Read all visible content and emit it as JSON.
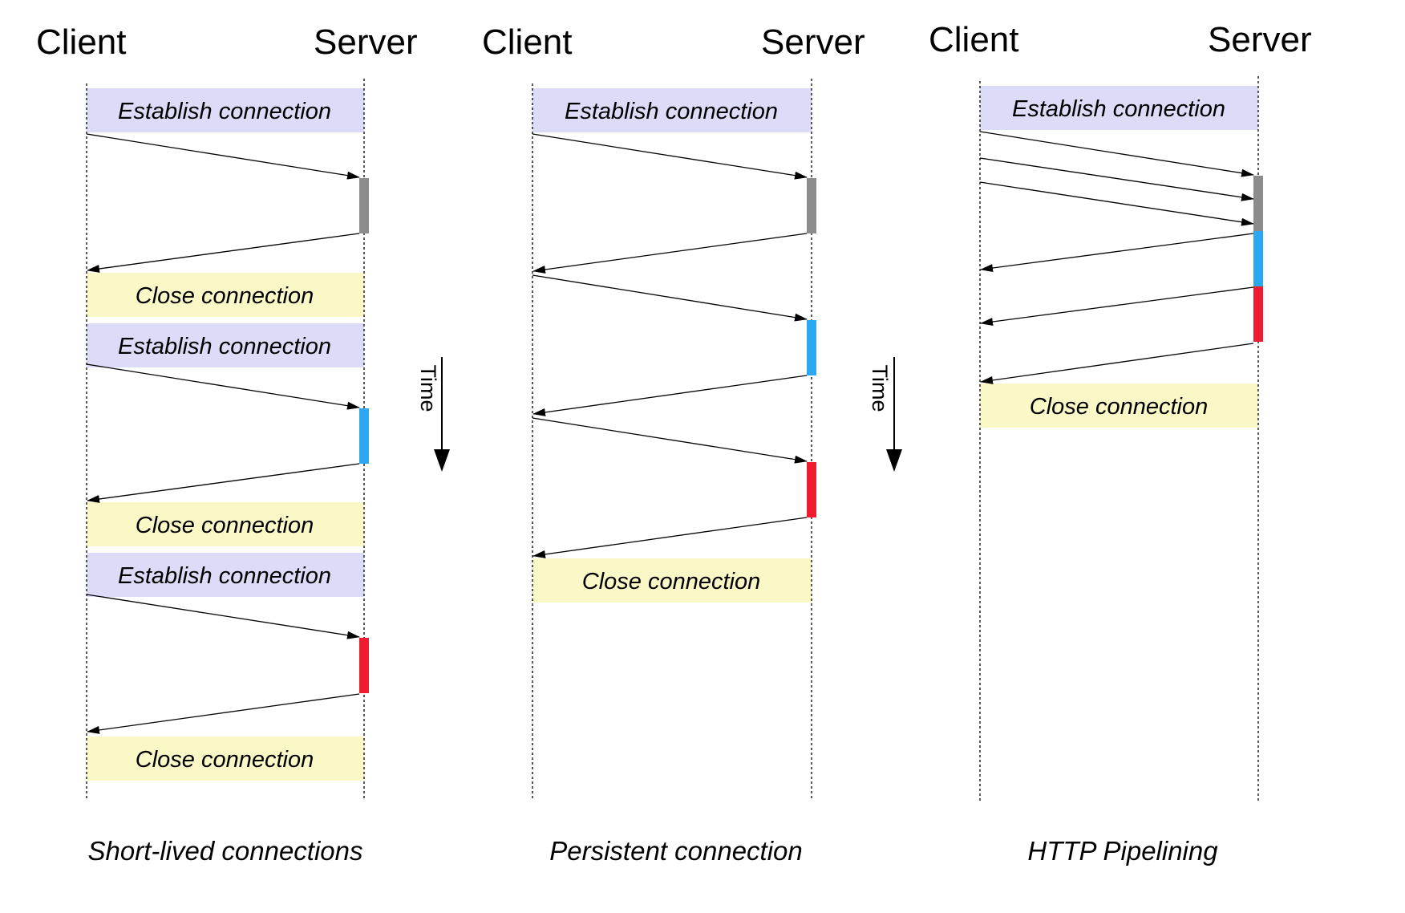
{
  "colors": {
    "establish_bg": "#dcdcf8",
    "close_bg": "#fbf8c8",
    "request_1": "#8c8c8c",
    "request_2": "#2ba8ef",
    "request_3": "#ee1c2e"
  },
  "time_label": "Time",
  "panels": [
    {
      "client_label": "Client",
      "server_label": "Server",
      "caption": "Short-lived connections",
      "establish_label": "Establish connection",
      "close_label": "Close connection"
    },
    {
      "client_label": "Client",
      "server_label": "Server",
      "caption": "Persistent connection",
      "establish_label": "Establish connection",
      "close_label": "Close connection"
    },
    {
      "client_label": "Client",
      "server_label": "Server",
      "caption": "HTTP Pipelining",
      "establish_label": "Establish connection",
      "close_label": "Close connection"
    }
  ]
}
